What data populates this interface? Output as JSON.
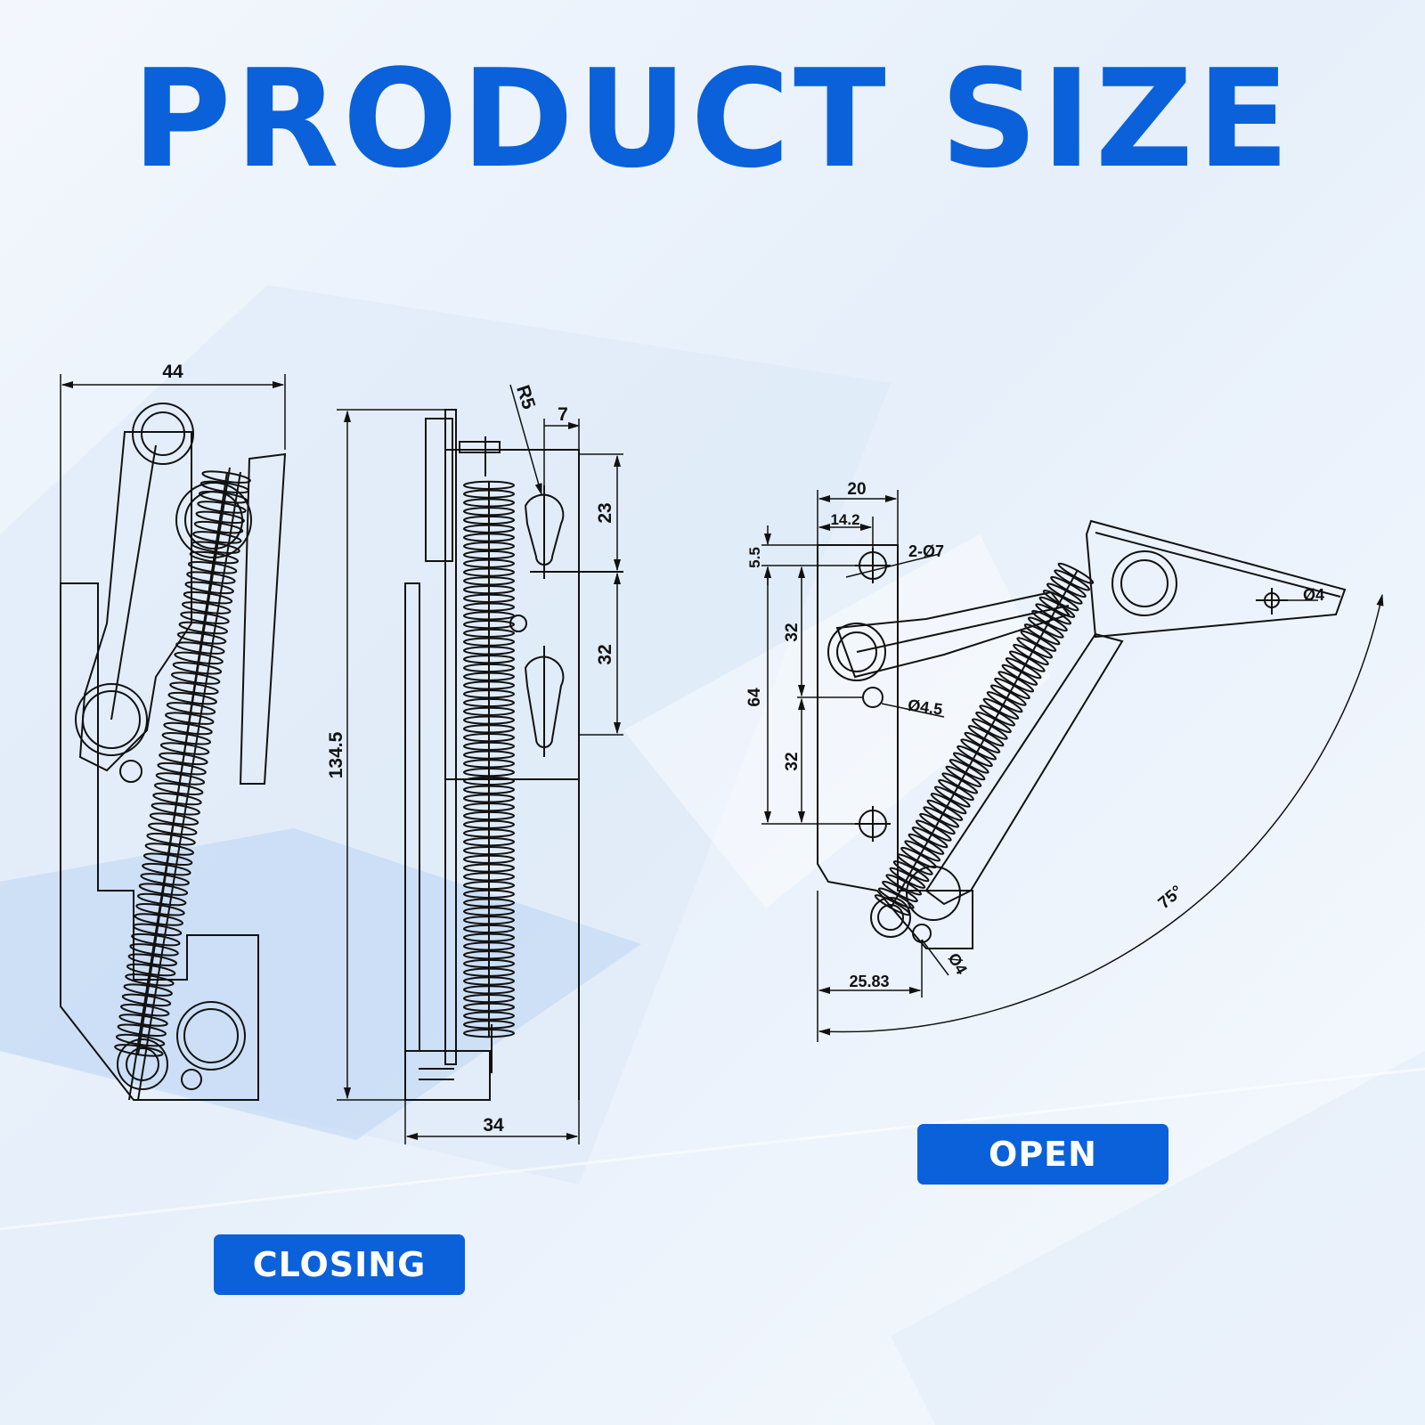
{
  "title": "PRODUCT SIZE",
  "colors": {
    "accent": "#0a61d9",
    "line": "#111111"
  },
  "closing_view": {
    "badge": "CLOSING",
    "dimensions": {
      "width_top": "44",
      "height": "134.5",
      "bottom_width": "34",
      "radius": "R5",
      "slot_offset": "7",
      "slot_a": "23",
      "slot_b": "32"
    }
  },
  "open_view": {
    "badge": "OPEN",
    "dimensions": {
      "width": "20",
      "hole_x": "14.2",
      "top_gap": "5.5",
      "holes": "2-Ø7",
      "spacing_a": "32",
      "total": "64",
      "spacing_b": "32",
      "hole_mid": "Ø4.5",
      "arm_hole": "Ø4",
      "base_offset": "25.83",
      "base_hole": "Ø4",
      "angle": "75°"
    }
  }
}
